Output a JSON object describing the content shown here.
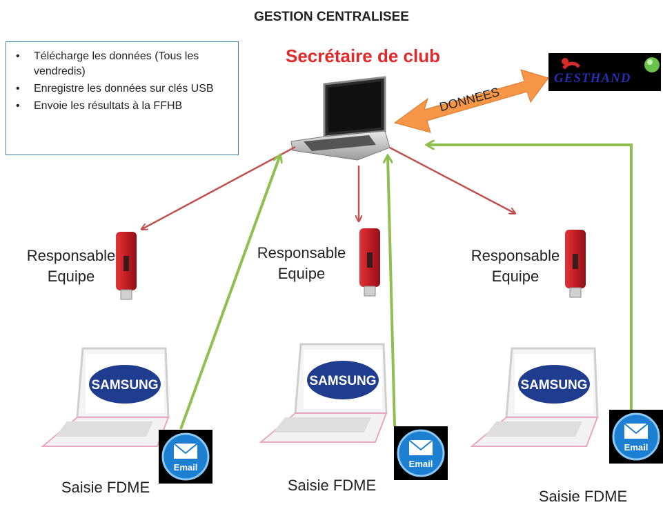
{
  "title": "GESTION CENTRALISEE",
  "subtitle": "Secrétaire de club",
  "notes": [
    "Télécharge les données  (Tous les vendredis)",
    "Enregistre les données sur clés USB",
    "Envoie les résultats à la FFHB"
  ],
  "exchange_label": "DONNEES",
  "logo_text": "GESTHAND",
  "teams": [
    {
      "usb_label": "Responsable\nEquipe",
      "laptop_brand": "SAMSUNG",
      "email_label": "Email",
      "entry_label": "Saisie FDME"
    },
    {
      "usb_label": "Responsable\nEquipe",
      "laptop_brand": "SAMSUNG",
      "email_label": "Email",
      "entry_label": "Saisie FDME"
    },
    {
      "usb_label": "Responsable\nEquipe",
      "laptop_brand": "SAMSUNG",
      "email_label": "Email",
      "entry_label": "Saisie FDME"
    }
  ],
  "colors": {
    "title_red": "#e02a2a",
    "arrow_red": "#c0504d",
    "arrow_green": "#8fbf4f",
    "arrow_orange": "#f79646",
    "box_border": "#3c7fa3"
  }
}
